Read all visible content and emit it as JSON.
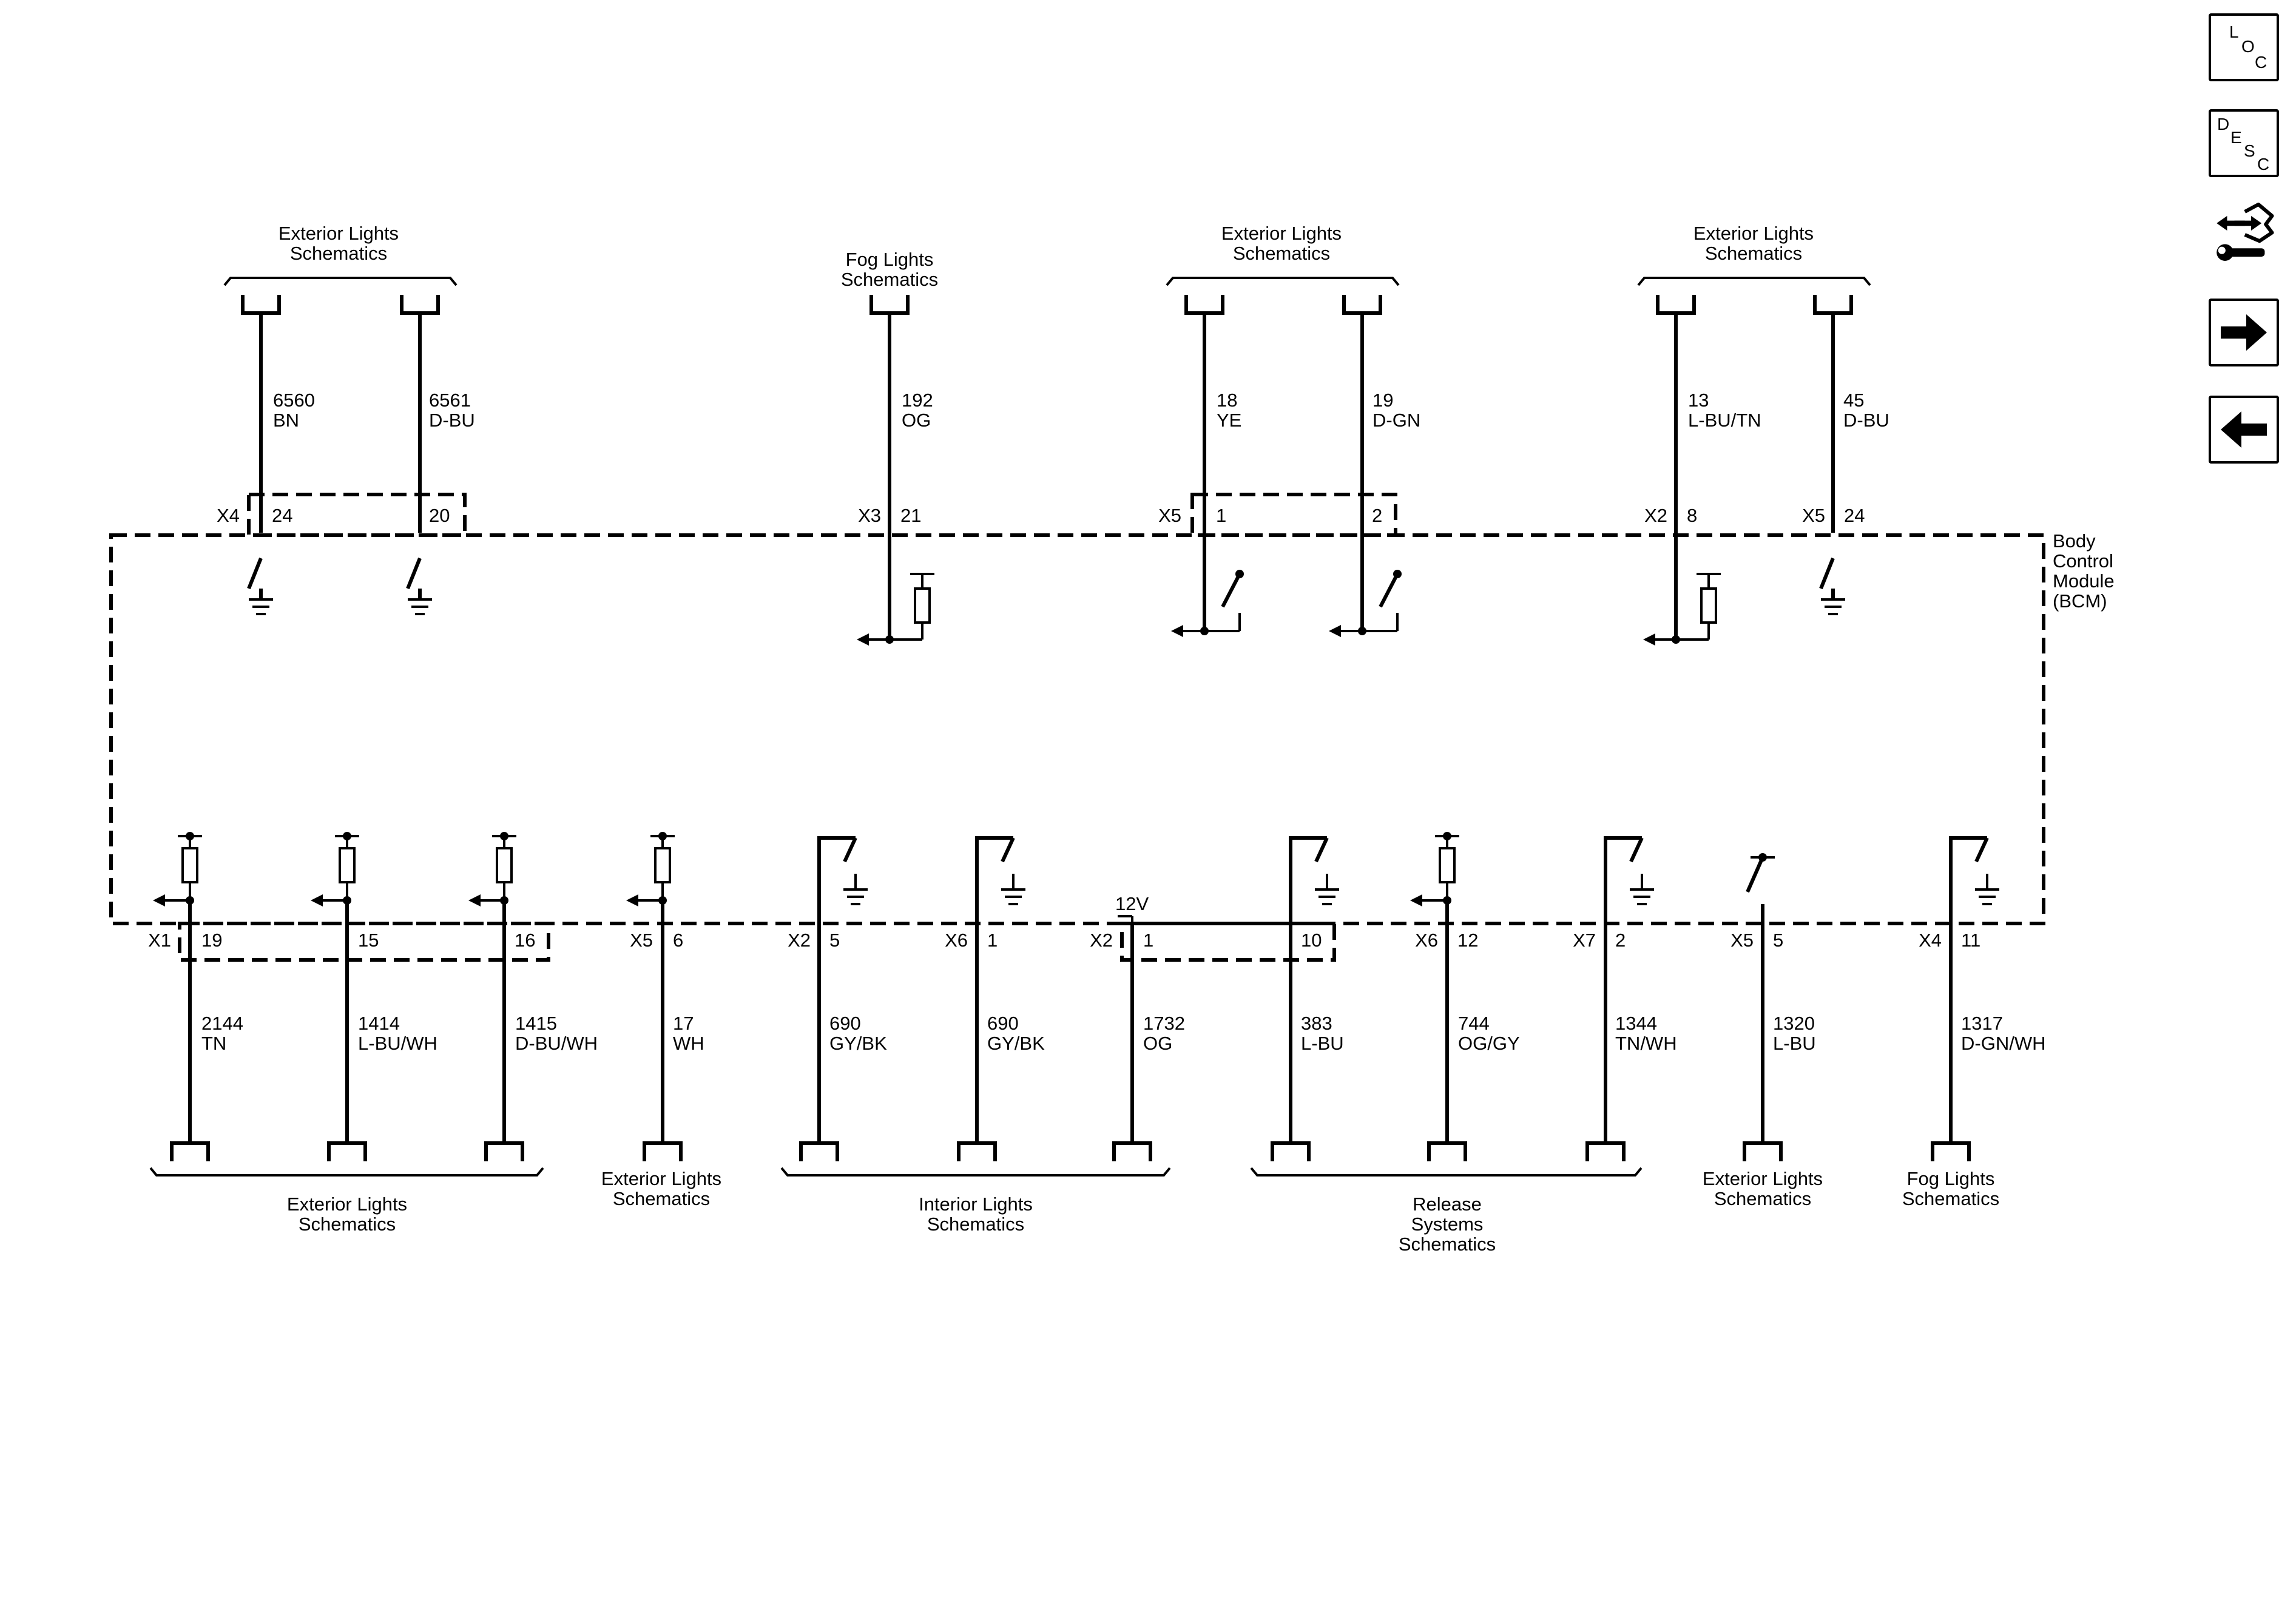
{
  "module": {
    "label_lines": [
      "Body",
      "Control",
      "Module",
      "(BCM)"
    ]
  },
  "nav": {
    "loc_letters": [
      "L",
      "O",
      "C"
    ],
    "desc_letters": [
      "D",
      "E",
      "S",
      "C"
    ]
  },
  "groups": {
    "top": [
      {
        "lines": [
          "Exterior Lights",
          "Schematics"
        ]
      },
      {
        "lines": [
          "Fog Lights",
          "Schematics"
        ]
      },
      {
        "lines": [
          "Exterior Lights",
          "Schematics"
        ]
      },
      {
        "lines": [
          "Exterior Lights",
          "Schematics"
        ]
      }
    ],
    "bottom": [
      {
        "lines": [
          "Exterior Lights",
          "Schematics"
        ]
      },
      {
        "lines": [
          "Exterior Lights",
          "Schematics"
        ]
      },
      {
        "lines": [
          "Interior Lights",
          "Schematics"
        ]
      },
      {
        "lines": [
          "Release",
          "Systems",
          "Schematics"
        ]
      },
      {
        "lines": [
          "Exterior Lights",
          "Schematics"
        ]
      },
      {
        "lines": [
          "Fog Lights",
          "Schematics"
        ]
      }
    ]
  },
  "connectors": {
    "top": [
      {
        "name": "X4",
        "pin": "24"
      },
      {
        "pin": "20"
      },
      {
        "name": "X3",
        "pin": "21"
      },
      {
        "name": "X5",
        "pin": "1"
      },
      {
        "pin": "2"
      },
      {
        "name": "X2",
        "pin": "8"
      },
      {
        "name": "X5",
        "pin": "24"
      }
    ],
    "bottom": [
      {
        "name": "X1",
        "pin": "19"
      },
      {
        "pin": "15"
      },
      {
        "pin": "16"
      },
      {
        "name": "X5",
        "pin": "6"
      },
      {
        "name": "X2",
        "pin": "5"
      },
      {
        "name": "X6",
        "pin": "1"
      },
      {
        "name": "X2",
        "pin": "1"
      },
      {
        "pin": "10"
      },
      {
        "name": "X6",
        "pin": "12"
      },
      {
        "name": "X7",
        "pin": "2"
      },
      {
        "name": "X5",
        "pin": "5"
      },
      {
        "name": "X4",
        "pin": "11"
      }
    ]
  },
  "wires": {
    "top": [
      {
        "circuit": "6560",
        "color": "BN"
      },
      {
        "circuit": "6561",
        "color": "D-BU"
      },
      {
        "circuit": "192",
        "color": "OG"
      },
      {
        "circuit": "18",
        "color": "YE"
      },
      {
        "circuit": "19",
        "color": "D-GN"
      },
      {
        "circuit": "13",
        "color": "L-BU/TN"
      },
      {
        "circuit": "45",
        "color": "D-BU"
      }
    ],
    "bottom": [
      {
        "circuit": "2144",
        "color": "TN"
      },
      {
        "circuit": "1414",
        "color": "L-BU/WH"
      },
      {
        "circuit": "1415",
        "color": "D-BU/WH"
      },
      {
        "circuit": "17",
        "color": "WH"
      },
      {
        "circuit": "690",
        "color": "GY/BK"
      },
      {
        "circuit": "690",
        "color": "GY/BK"
      },
      {
        "circuit": "1732",
        "color": "OG"
      },
      {
        "circuit": "383",
        "color": "L-BU"
      },
      {
        "circuit": "744",
        "color": "OG/GY"
      },
      {
        "circuit": "1344",
        "color": "TN/WH"
      },
      {
        "circuit": "1320",
        "color": "L-BU"
      },
      {
        "circuit": "1317",
        "color": "D-GN/WH"
      }
    ]
  },
  "voltage_label": "12V"
}
